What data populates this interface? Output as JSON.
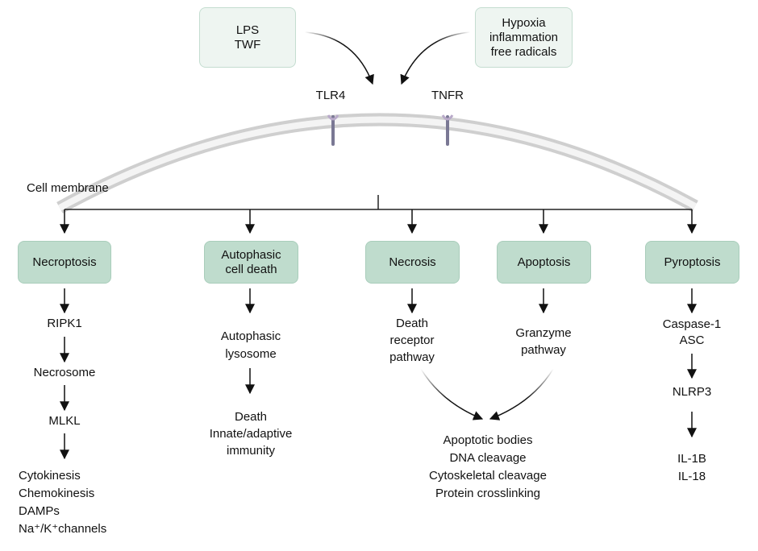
{
  "title": "Cell death pathways diagram",
  "colors": {
    "category_box_fill": "#bfdccd",
    "input_box_fill": "#eef5f1",
    "receptor": "#7a7894",
    "membrane": "#e2e2e2",
    "arrow": "#111111"
  },
  "inputs": [
    {
      "text": "LPS\nTWF"
    },
    {
      "text": "Hypoxia\ninflammation\nfree radicals"
    }
  ],
  "receptors": [
    {
      "label": "TLR4"
    },
    {
      "label": "TNFR"
    }
  ],
  "membrane_label": "Cell membrane",
  "pathways": [
    {
      "name": "Necroptosis",
      "steps": [
        "RIPK1",
        "Necrosome",
        "MLKL"
      ],
      "outcome": "Cytokinesis\nChemokinesis\nDAMPs\nNa⁺/K⁺channels"
    },
    {
      "name": "Autophasic\ncell death",
      "steps": [
        "Autophasic\nlysosome"
      ],
      "outcome": "Death\nInnate/adaptive\nimmunity"
    },
    {
      "name": "Necrosis",
      "steps": [
        "Death\nreceptor\npathway"
      ]
    },
    {
      "name": "Apoptosis",
      "steps": [
        "Granzyme\npathway"
      ]
    },
    {
      "name": "Pyroptosis",
      "steps": [
        "Caspase-1\nASC",
        "NLRP3"
      ],
      "outcome": "IL-1B\nIL-18"
    }
  ],
  "shared_outcome": "Apoptotic bodies\nDNA cleavage\nCytoskeletal cleavage\nProtein crosslinking"
}
